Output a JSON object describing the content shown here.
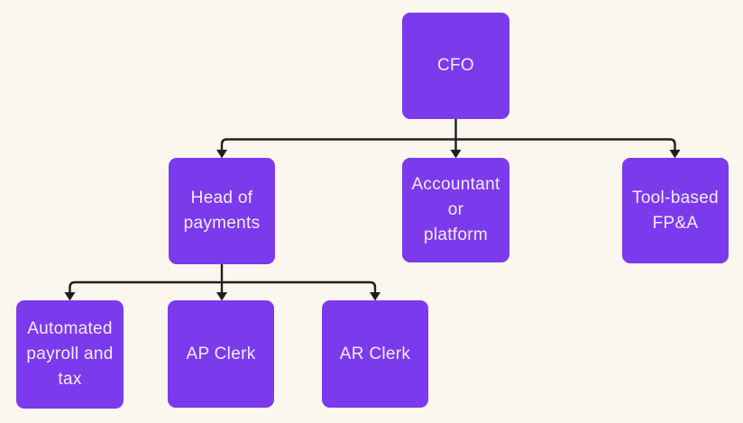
{
  "diagram": {
    "type": "org-chart",
    "colors": {
      "background": "#FBF7EF",
      "node_fill": "#7C3AED",
      "node_text": "#F1ECFA",
      "connector": "#1F1F1F"
    },
    "nodes": {
      "cfo": {
        "label": "CFO"
      },
      "head_of_payments": {
        "label": "Head of\npayments"
      },
      "accountant_or_platform": {
        "label": "Accountant\nor\nplatform"
      },
      "tool_based_fpa": {
        "label": "Tool-based\nFP&A"
      },
      "automated_payroll_and_tax": {
        "label": "Automated\npayroll and\ntax"
      },
      "ap_clerk": {
        "label": "AP Clerk"
      },
      "ar_clerk": {
        "label": "AR Clerk"
      }
    },
    "edges": [
      {
        "from": "cfo",
        "to": "head_of_payments"
      },
      {
        "from": "cfo",
        "to": "accountant_or_platform"
      },
      {
        "from": "cfo",
        "to": "tool_based_fpa"
      },
      {
        "from": "head_of_payments",
        "to": "automated_payroll_and_tax"
      },
      {
        "from": "head_of_payments",
        "to": "ap_clerk"
      },
      {
        "from": "head_of_payments",
        "to": "ar_clerk"
      }
    ]
  }
}
